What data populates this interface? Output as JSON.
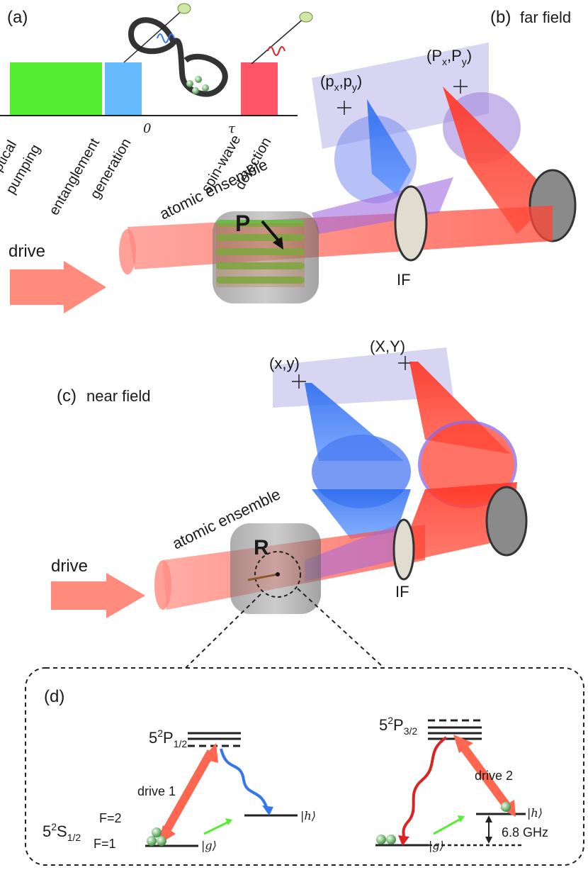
{
  "panel_a": {
    "label": "(a)",
    "timeline": [
      "optical pumping",
      "entanglement generation",
      "spin-wave detection"
    ],
    "tick_zero": "0",
    "tick_tau": "τ",
    "text_optical": "optical",
    "text_pumping": "pumping",
    "text_entanglement": "entanglement",
    "text_generation": "generation",
    "text_spinwave": "spin-wave",
    "text_detection": "detection",
    "colors": {
      "pumping": "#55ee33",
      "generation": "#66bbff",
      "detection": "#ff5566"
    }
  },
  "panel_b": {
    "label": "(b)",
    "title": "far field",
    "momentum_lower": "(p",
    "momentum_lower_sub1": "x",
    "momentum_lower_mid": ",p",
    "momentum_lower_sub2": "y",
    "momentum_lower_end": ")",
    "momentum_upper": "(P",
    "momentum_upper_sub1": "x",
    "momentum_upper_mid": ",P",
    "momentum_upper_sub2": "y",
    "momentum_upper_end": ")",
    "ensemble": "atomic ensemble",
    "drive": "drive",
    "vector": "P",
    "filter": "IF"
  },
  "panel_c": {
    "label": "(c)",
    "title": "near field",
    "position_lower": "(x,y)",
    "position_upper": "(X,Y)",
    "ensemble": "atomic ensemble",
    "drive": "drive",
    "vector": "R",
    "filter": "IF"
  },
  "panel_d": {
    "label": "(d)",
    "p12_main": "5",
    "p12_sup": "2",
    "p12_letter": "P",
    "p12_sub": "1/2",
    "p32_main": "5",
    "p32_sup": "2",
    "p32_letter": "P",
    "p32_sub": "3/2",
    "s12_main": "5",
    "s12_sup": "2",
    "s12_letter": "S",
    "s12_sub": "1/2",
    "f2": "F=2",
    "f1": "F=1",
    "drive1": "drive 1",
    "drive2": "drive 2",
    "ket_h": "|h⟩",
    "ket_g": "|g⟩",
    "ket_h2": "|h⟩",
    "ket_g2": "|g⟩",
    "splitting": "6.8 GHz"
  }
}
